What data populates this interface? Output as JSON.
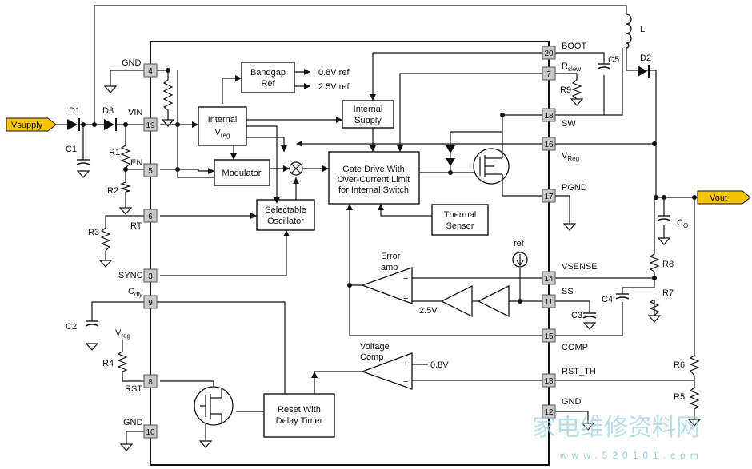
{
  "pins": [
    {
      "num": "4",
      "name": "GND"
    },
    {
      "num": "19",
      "name": "VIN"
    },
    {
      "num": "5",
      "name": "EN"
    },
    {
      "num": "6",
      "name": "RT"
    },
    {
      "num": "3",
      "name": "SYNC"
    },
    {
      "num": "9",
      "name": "C",
      "sub": "dly"
    },
    {
      "num": "8",
      "name": "RST"
    },
    {
      "num": "10",
      "name": "GND"
    },
    {
      "num": "20",
      "name": "BOOT"
    },
    {
      "num": "7",
      "name": "R",
      "sub": "slew"
    },
    {
      "num": "18",
      "name": "SW"
    },
    {
      "num": "16",
      "name": "V",
      "sub": "Reg"
    },
    {
      "num": "17",
      "name": "PGND"
    },
    {
      "num": "14",
      "name": "VSENSE"
    },
    {
      "num": "11",
      "name": "SS"
    },
    {
      "num": "15",
      "name": "COMP"
    },
    {
      "num": "13",
      "name": "RST_TH"
    },
    {
      "num": "12",
      "name": "GND"
    }
  ],
  "blocks": {
    "bandgap": [
      "Bandgap",
      "Ref"
    ],
    "internal_vreg": [
      "Internal",
      "V",
      "reg"
    ],
    "internal_supply": [
      "Internal",
      "Supply"
    ],
    "modulator": [
      "Modulator"
    ],
    "oscillator": [
      "Selectable",
      "Oscillator"
    ],
    "gate_drive": [
      "Gate Drive With",
      "Over-Current Limit",
      "for Internal Switch"
    ],
    "thermal": [
      "Thermal",
      "Sensor"
    ],
    "reset_timer": [
      "Reset With",
      "Delay Timer"
    ]
  },
  "refs": {
    "ref_08": "0.8V ref",
    "ref_25": "2.5V ref"
  },
  "labels": {
    "vsupply": "Vsupply",
    "vout": "Vout",
    "error_amp": [
      "Error",
      "amp"
    ],
    "voltage_comp": [
      "Voltage",
      "Comp"
    ],
    "ref": "ref",
    "v25": "2.5V",
    "v08": "0.8V",
    "vreg_small": [
      "V",
      "reg"
    ]
  },
  "components": {
    "D1": "D1",
    "D2": "D2",
    "D3": "D3",
    "L": "L",
    "C1": "C1",
    "C2": "C2",
    "C3": "C3",
    "C4": "C4",
    "C5": "C5",
    "CO": "C",
    "CO_sub": "O",
    "R1": "R1",
    "R2": "R2",
    "R3": "R3",
    "R4": "R4",
    "R5": "R5",
    "R6": "R6",
    "R7": "R7",
    "R8": "R8",
    "R9": "R9"
  },
  "watermark": {
    "text": "家电维修资料网",
    "url": "www.520101.com"
  },
  "colors": {
    "supply_flag": "#f5c400",
    "pin_fill": "#c9c9c9",
    "watermark": "#9ccfe0"
  }
}
